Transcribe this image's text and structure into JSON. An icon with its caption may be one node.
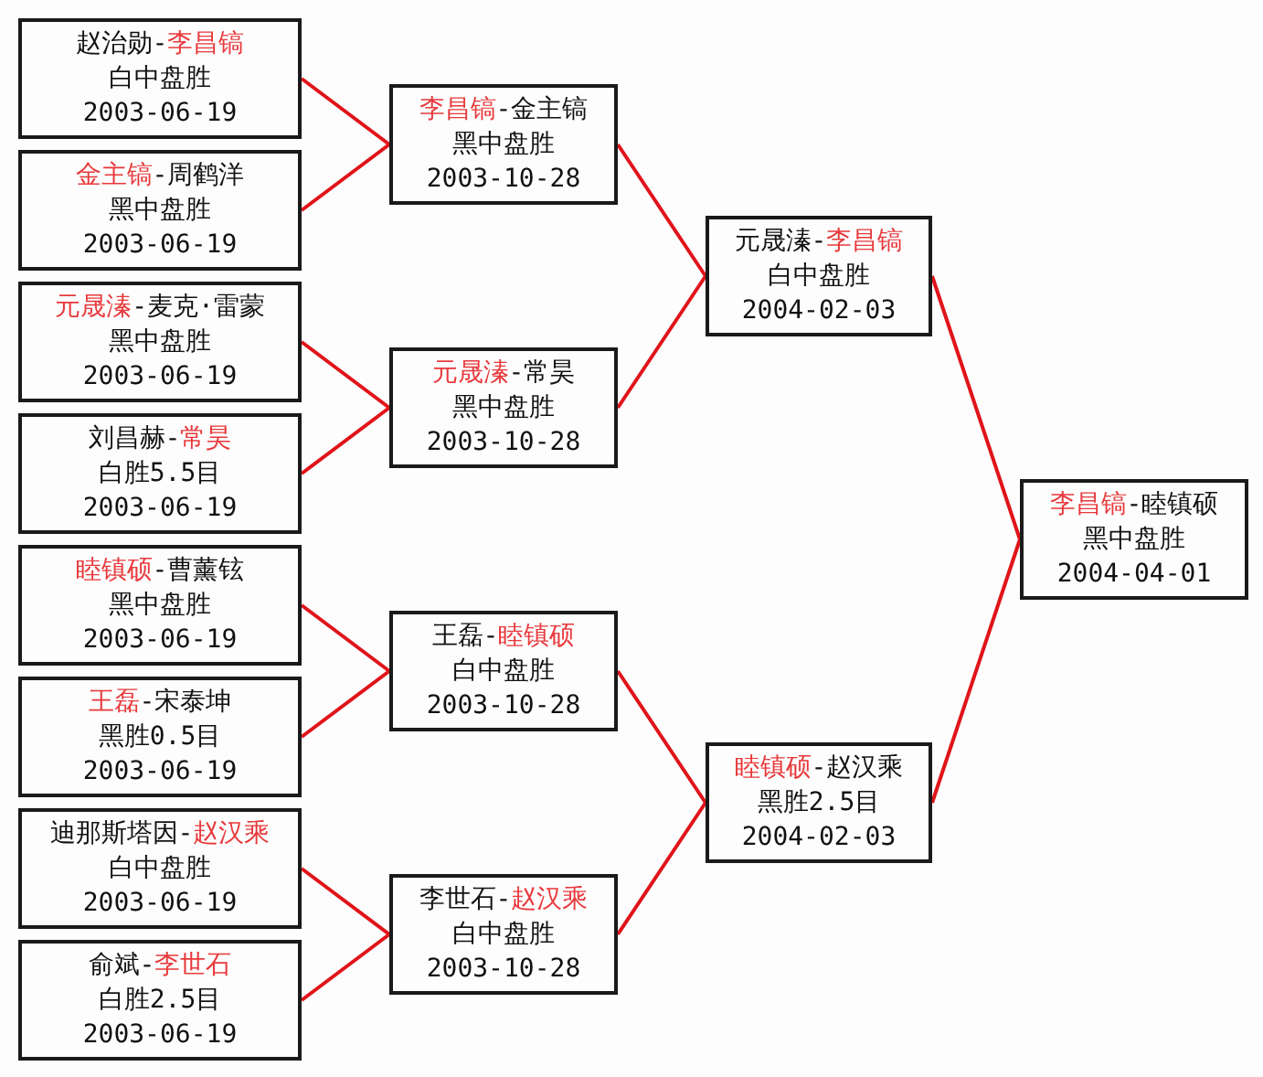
{
  "diagram": {
    "nodes": [
      {
        "text": [
          "赵治勋-**李昌镐**",
          "白中盘胜",
          "2003-06-19"
        ]
      },
      {
        "text": [
          "**金主镐**-周鹤洋",
          "黑中盘胜",
          "2003-06-19"
        ]
      },
      {
        "text": [
          "**元晟溱**-麦克·雷蒙",
          "黑中盘胜",
          "2003-06-19"
        ]
      },
      {
        "text": [
          "刘昌赫-**常昊**",
          "白胜5.5目",
          "2003-06-19"
        ]
      },
      {
        "text": [
          "**睦镇硕**-曹薰铉",
          "黑中盘胜",
          "2003-06-19"
        ]
      },
      {
        "text": [
          "**王磊**-宋泰坤",
          "黑胜0.5目",
          "2003-06-19"
        ]
      },
      {
        "text": [
          "迪那斯塔因-**赵汉乘**",
          "白中盘胜",
          "2003-06-19"
        ]
      },
      {
        "text": [
          "俞斌-**李世石**",
          "白胜2.5目",
          "2003-06-19"
        ]
      },
      {
        "text": [
          "**李昌镐**-金主镐",
          "黑中盘胜",
          "2003-10-28"
        ]
      },
      {
        "text": [
          "**元晟溱**-常昊",
          "黑中盘胜",
          "2003-10-28"
        ]
      },
      {
        "text": [
          "王磊-**睦镇硕**",
          "白中盘胜",
          "2003-10-28"
        ]
      },
      {
        "text": [
          "李世石-**赵汉乘**",
          "白中盘胜",
          "2003-10-28"
        ]
      },
      {
        "text": [
          "元晟溱-**李昌镐**",
          "白中盘胜",
          "2004-02-03"
        ]
      },
      {
        "text": [
          "**睦镇硕**-赵汉乘",
          "黑胜2.5目",
          "2004-02-03"
        ]
      },
      {
        "text": [
          "**李昌镐**-睦镇硕",
          "黑中盘胜",
          "2004-04-01"
        ]
      }
    ],
    "edges": [
      {
        "from": 0,
        "to": 8,
        "arrow": "none"
      },
      {
        "from": 1,
        "to": 8,
        "arrow": "none"
      },
      {
        "from": 2,
        "to": 9,
        "arrow": "none"
      },
      {
        "from": 3,
        "to": 9,
        "arrow": "none"
      },
      {
        "from": 4,
        "to": 10,
        "arrow": "none"
      },
      {
        "from": 5,
        "to": 10,
        "arrow": "none"
      },
      {
        "from": 6,
        "to": 11,
        "arrow": "none"
      },
      {
        "from": 7,
        "to": 11,
        "arrow": "none"
      },
      {
        "from": 8,
        "to": 12,
        "arrow": "none"
      },
      {
        "from": 9,
        "to": 12,
        "arrow": "none"
      },
      {
        "from": 10,
        "to": 13,
        "arrow": "none"
      },
      {
        "from": 11,
        "to": 13,
        "arrow": "none"
      },
      {
        "from": 12,
        "to": 14,
        "arrow": "none"
      },
      {
        "from": 13,
        "to": 14,
        "arrow": "none"
      }
    ]
  }
}
